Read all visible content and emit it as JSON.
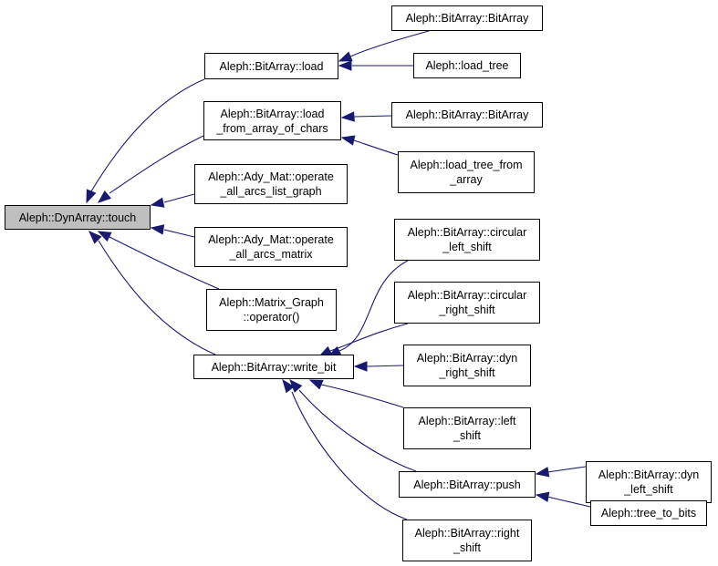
{
  "diagram": {
    "type": "doxygen-caller-graph",
    "colors": {
      "edge": "#191970",
      "root_fill": "#bfbfbf",
      "node_fill": "#ffffff",
      "border": "#000000"
    },
    "nodes": [
      {
        "id": "touch",
        "label": "Aleph::DynArray::touch",
        "root": true
      },
      {
        "id": "load",
        "label": "Aleph::BitArray::load"
      },
      {
        "id": "load_from_array_of_chars",
        "label": "Aleph::BitArray::load\n_from_array_of_chars"
      },
      {
        "id": "operate_all_arcs_list_graph",
        "label": "Aleph::Ady_Mat::operate\n_all_arcs_list_graph"
      },
      {
        "id": "operate_all_arcs_matrix",
        "label": "Aleph::Ady_Mat::operate\n_all_arcs_matrix"
      },
      {
        "id": "matrix_graph_operator",
        "label": "Aleph::Matrix_Graph\n::operator()"
      },
      {
        "id": "write_bit",
        "label": "Aleph::BitArray::write_bit"
      },
      {
        "id": "bitarray_ctor_1",
        "label": "Aleph::BitArray::BitArray"
      },
      {
        "id": "load_tree",
        "label": "Aleph::load_tree"
      },
      {
        "id": "bitarray_ctor_2",
        "label": "Aleph::BitArray::BitArray"
      },
      {
        "id": "load_tree_from_array",
        "label": "Aleph::load_tree_from\n_array"
      },
      {
        "id": "circular_left_shift",
        "label": "Aleph::BitArray::circular\n_left_shift"
      },
      {
        "id": "circular_right_shift",
        "label": "Aleph::BitArray::circular\n_right_shift"
      },
      {
        "id": "dyn_right_shift",
        "label": "Aleph::BitArray::dyn\n_right_shift"
      },
      {
        "id": "left_shift",
        "label": "Aleph::BitArray::left\n_shift"
      },
      {
        "id": "push",
        "label": "Aleph::BitArray::push"
      },
      {
        "id": "right_shift",
        "label": "Aleph::BitArray::right\n_shift"
      },
      {
        "id": "dyn_left_shift",
        "label": "Aleph::BitArray::dyn\n_left_shift"
      },
      {
        "id": "tree_to_bits",
        "label": "Aleph::tree_to_bits"
      }
    ],
    "edges": [
      {
        "from": "load",
        "to": "touch"
      },
      {
        "from": "load_from_array_of_chars",
        "to": "touch"
      },
      {
        "from": "operate_all_arcs_list_graph",
        "to": "touch"
      },
      {
        "from": "operate_all_arcs_matrix",
        "to": "touch"
      },
      {
        "from": "matrix_graph_operator",
        "to": "touch"
      },
      {
        "from": "write_bit",
        "to": "touch"
      },
      {
        "from": "bitarray_ctor_1",
        "to": "load"
      },
      {
        "from": "load_tree",
        "to": "load"
      },
      {
        "from": "bitarray_ctor_2",
        "to": "load_from_array_of_chars"
      },
      {
        "from": "load_tree_from_array",
        "to": "load_from_array_of_chars"
      },
      {
        "from": "circular_left_shift",
        "to": "write_bit"
      },
      {
        "from": "circular_right_shift",
        "to": "write_bit"
      },
      {
        "from": "dyn_right_shift",
        "to": "write_bit"
      },
      {
        "from": "left_shift",
        "to": "write_bit"
      },
      {
        "from": "push",
        "to": "write_bit"
      },
      {
        "from": "right_shift",
        "to": "write_bit"
      },
      {
        "from": "dyn_left_shift",
        "to": "push"
      },
      {
        "from": "tree_to_bits",
        "to": "push"
      }
    ]
  }
}
